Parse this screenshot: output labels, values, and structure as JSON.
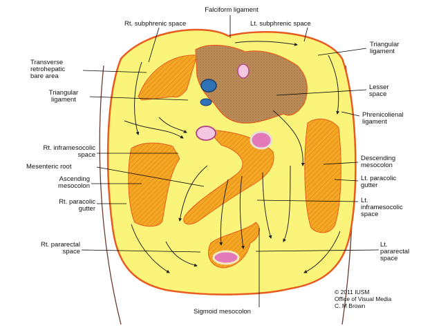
{
  "figure": {
    "colors": {
      "space": "#fbf47a",
      "mesocolon": "#f5a623",
      "organ_fill": "#b98a55",
      "border_line": "#e85a1e",
      "wall_line": "#6b3a2e",
      "vessel_blue": "#2f72b8",
      "vessel_pink": "#e27ab9",
      "leader_line": "#000000"
    },
    "labels": {
      "falciform": "Falciform ligament",
      "rt_subphrenic": "Rt. subphrenic space",
      "lt_subphrenic": "Lt. subphrenic space",
      "triangular_right_1": "Triangular",
      "triangular_right_2": "ligament",
      "transverse_1": "Transverse",
      "transverse_2": "retrohepatic",
      "transverse_3": "bare area",
      "triangular_left_1": "Triangular",
      "triangular_left_2": "ligament",
      "lesser_1": "Lesser",
      "lesser_2": "space",
      "phrenicolienal_1": "Phrenicolienal",
      "phrenicolienal_2": "ligament",
      "rt_inframesocolic_1": "Rt. inframesocolic",
      "rt_inframesocolic_2": "space",
      "mesenteric_root": "Mesenteric root",
      "ascending_1": "Ascending",
      "ascending_2": "mesocolon",
      "rt_paracolic_1": "Rt. paracolic",
      "rt_paracolic_2": "gutter",
      "descending_1": "Descending",
      "descending_2": "mesocolon",
      "lt_paracolic_1": "Lt. paracolic",
      "lt_paracolic_2": "gutter",
      "lt_inframesocolic_1": "Lt.",
      "lt_inframesocolic_2": "inframesocolic",
      "lt_inframesocolic_3": "space",
      "rt_pararectal_1": "Rt. pararectal",
      "rt_pararectal_2": "space",
      "lt_pararectal_1": "Lt.",
      "lt_pararectal_2": "pararectal",
      "lt_pararectal_3": "space",
      "sigmoid": "Sigmoid mesocolon"
    },
    "credit": {
      "line1": "© 2011 IUSM",
      "line2": "Office of Visual Media",
      "line3": "C. M Brown"
    }
  }
}
